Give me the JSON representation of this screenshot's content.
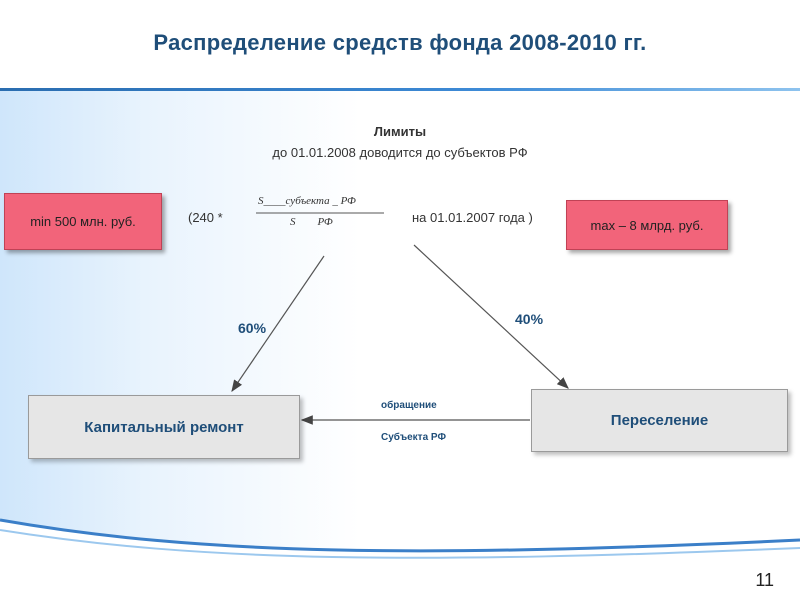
{
  "title": "Распределение средств фонда 2008-2010 гг.",
  "limits": {
    "title": "Лимиты",
    "subtitle": "до 01.01.2008 доводится до субъектов РФ"
  },
  "formula": {
    "prefix": "(240 *",
    "numerator": "S____субъекта _ РФ",
    "denominator": "S        РФ",
    "suffix": "на 01.01.2007 года )"
  },
  "min_box": "min 500 млн. руб.",
  "max_box": "max – 8 млрд. руб.",
  "left_pct": "60%",
  "right_pct": "40%",
  "capital_repair": "Капитальный ремонт",
  "resettlement": "Переселение",
  "appeal_line1": "обращение",
  "appeal_line2": "Субъекта РФ",
  "page_number": "11"
}
